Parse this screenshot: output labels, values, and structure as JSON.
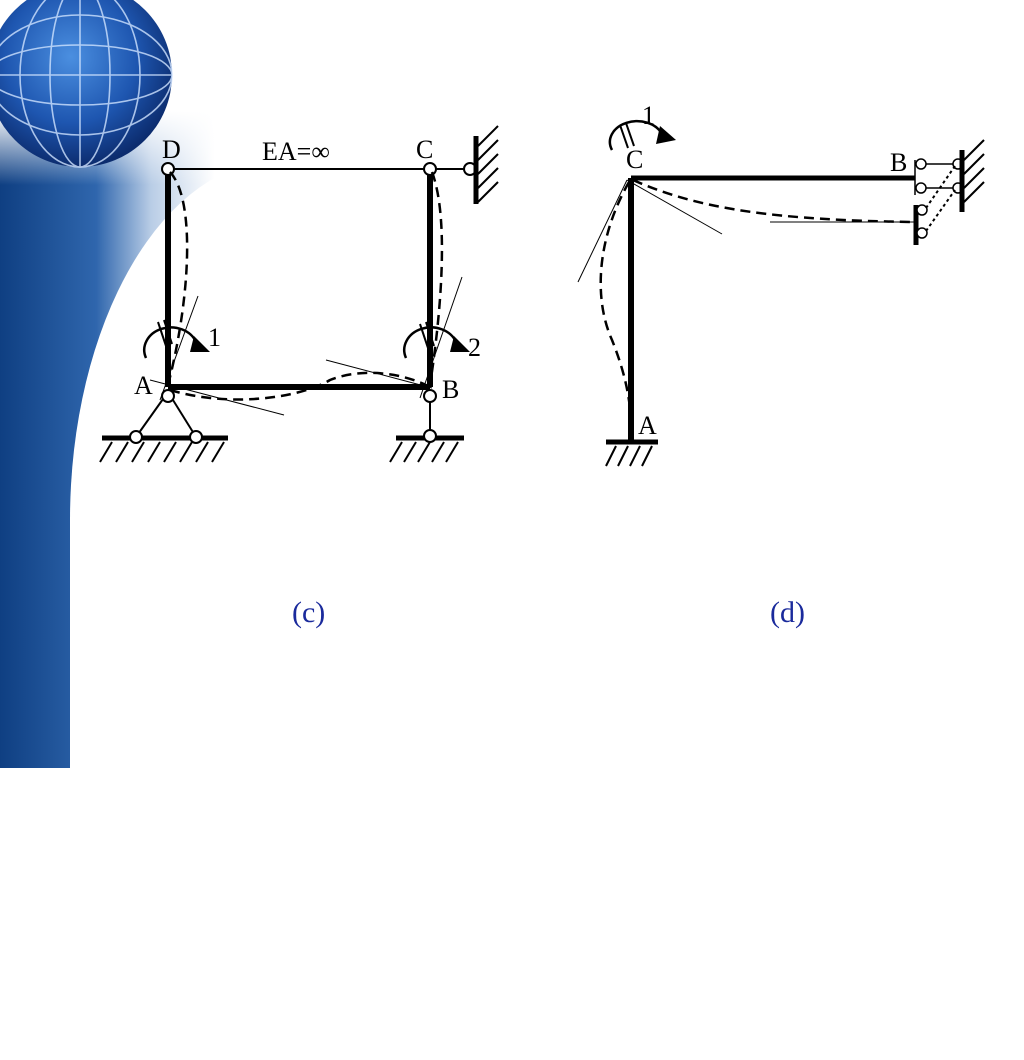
{
  "diagram_c": {
    "label_D": "D",
    "label_C": "C",
    "label_A": "A",
    "label_B": "B",
    "stiffness_label": "EA=∞",
    "moment_1": "1",
    "moment_2": "2",
    "caption": "(c)"
  },
  "diagram_d": {
    "label_C": "C",
    "label_B": "B",
    "label_A": "A",
    "moment_1": "1",
    "caption": "(d)"
  },
  "colors": {
    "caption": "#1a2a9c",
    "sidebar_dark": "#0f3f82",
    "sidebar_mid": "#2f66ad"
  }
}
